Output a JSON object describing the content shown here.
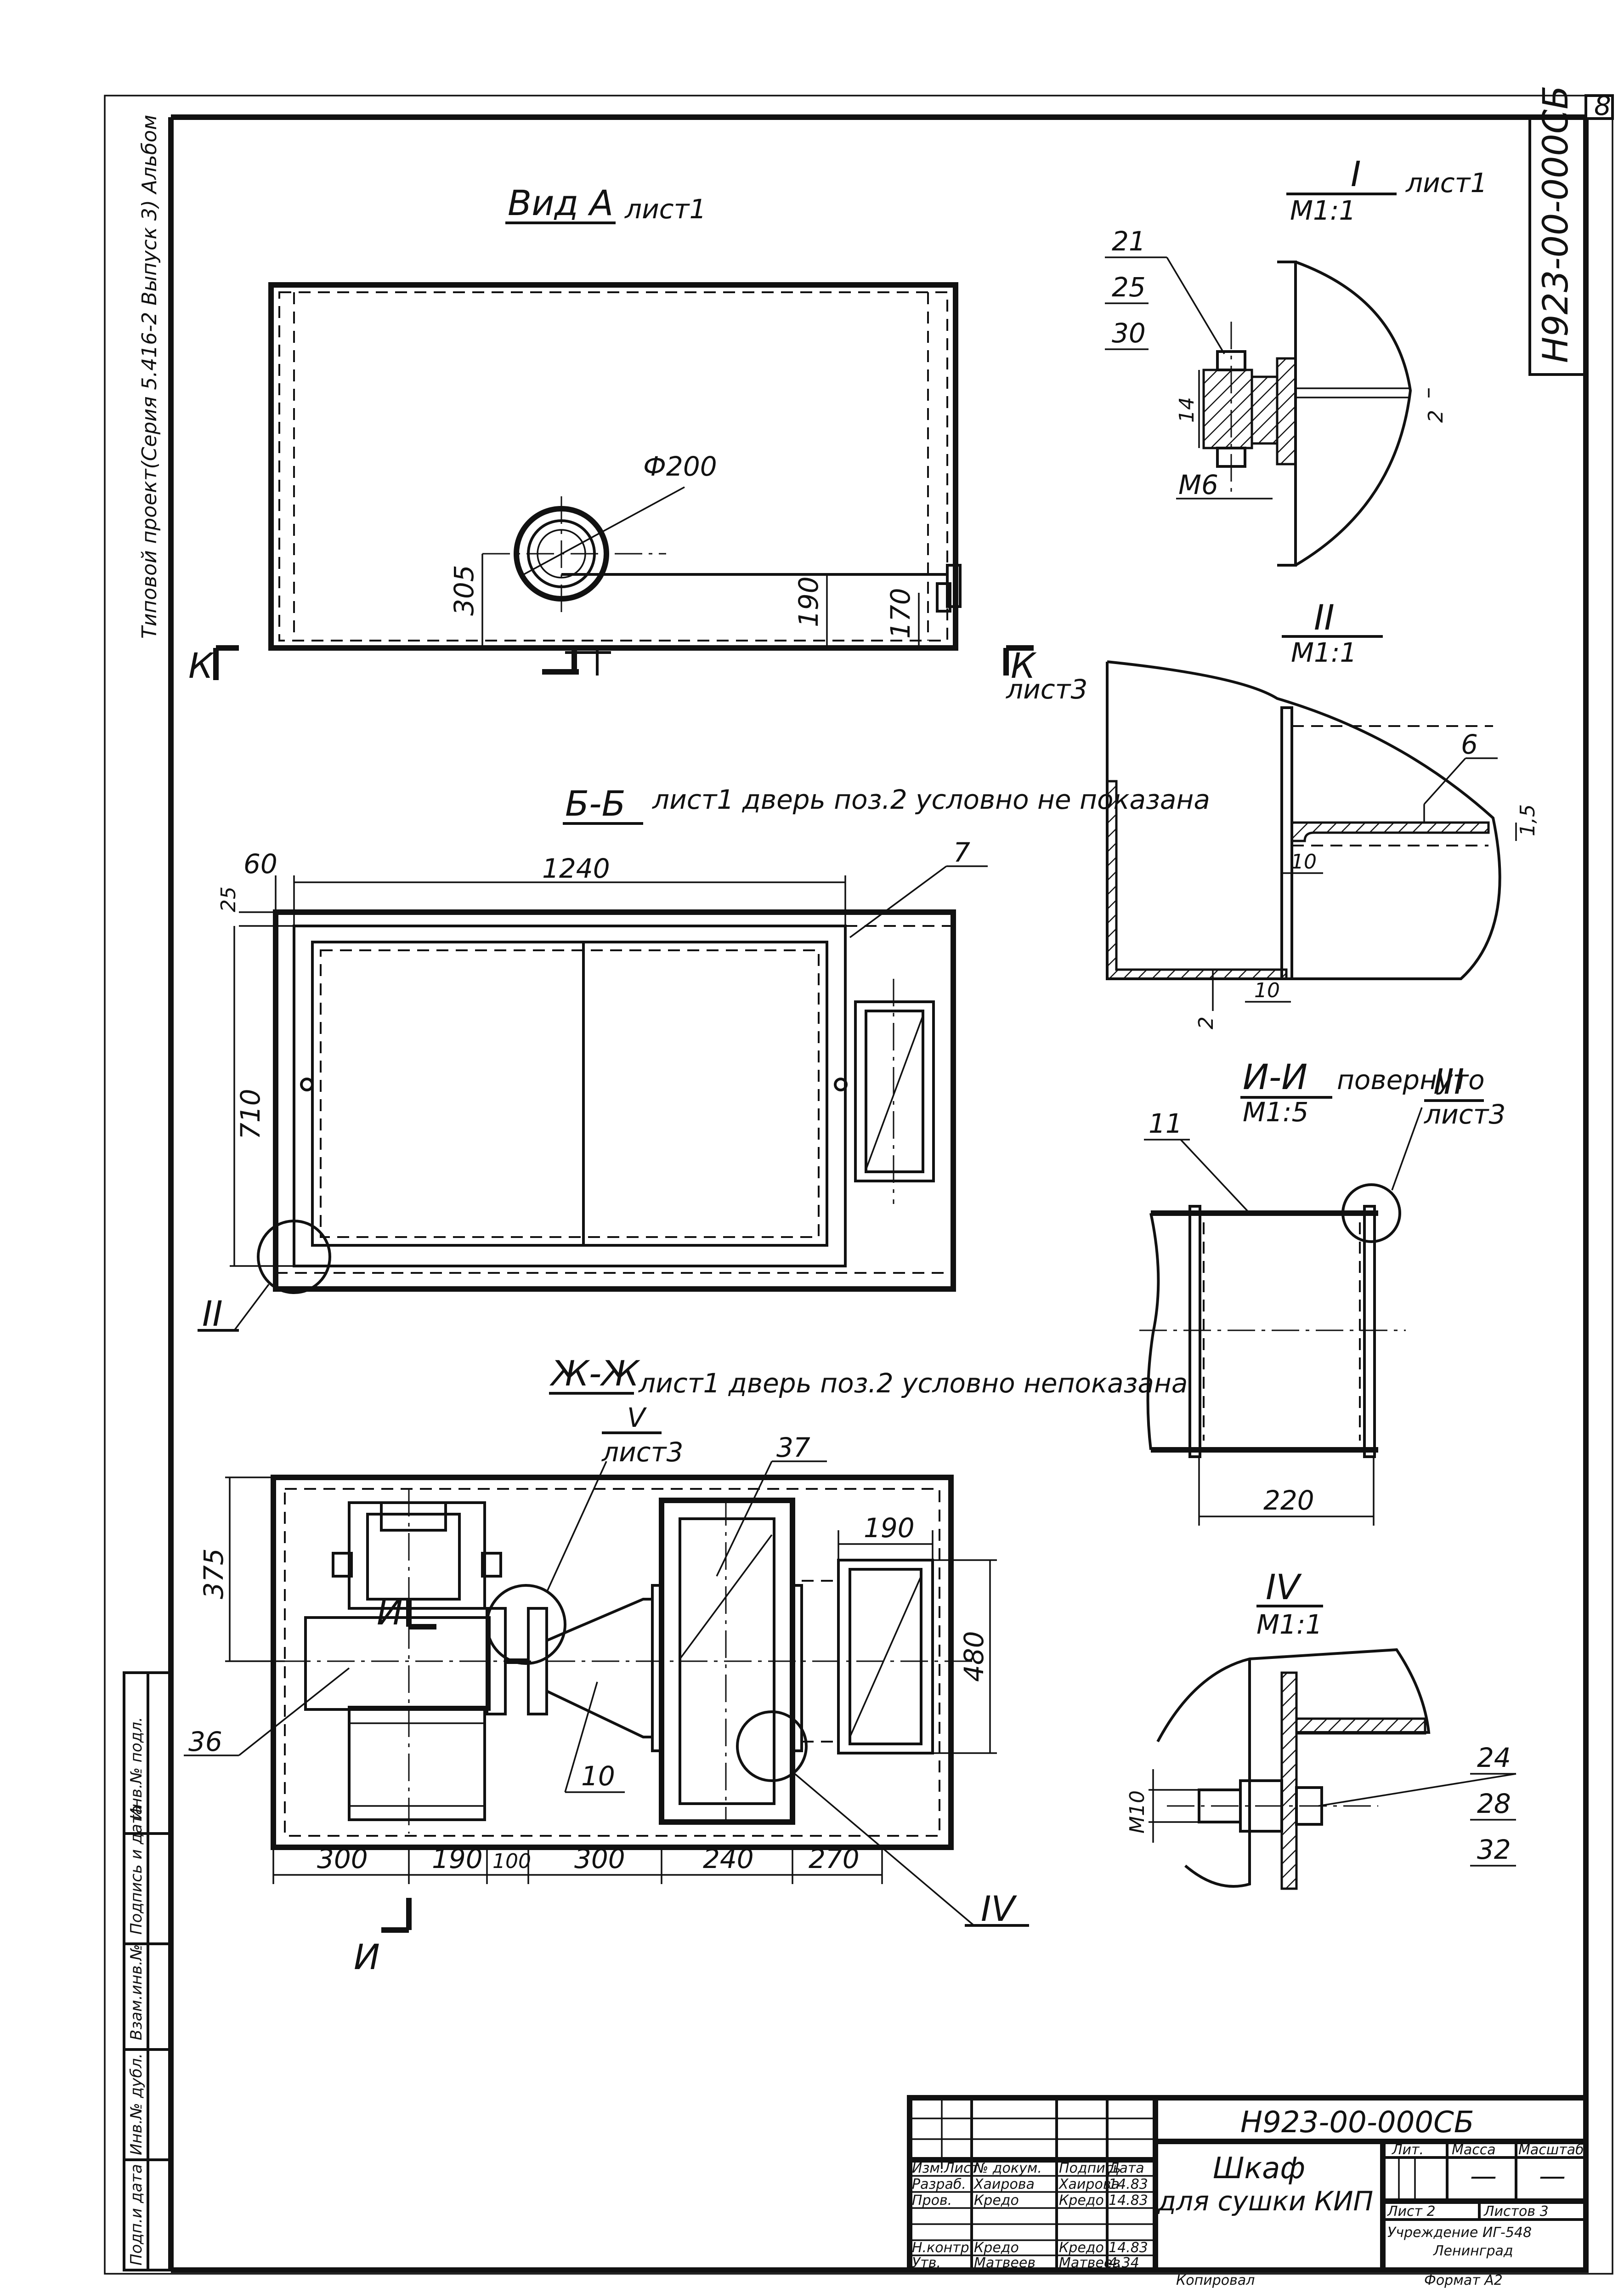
{
  "sheet": {
    "corner_number": "8",
    "stamp_code": "Н923-00-000СБ",
    "side_left": "Типовой проект(Серия 5.416-2 Выпуск 3)   Альбом",
    "left_strip": [
      "Подп.и дата",
      "Инв.№ дубл.",
      "Взам.инв.№",
      "Подпись и дата",
      "Инв.№ подл."
    ]
  },
  "views": {
    "view_a": {
      "title": "Вид А",
      "sheet_ref": "лист1",
      "dia": "Ф200",
      "dims": [
        "305",
        "190",
        "170"
      ],
      "section_marks": [
        "К",
        "К"
      ],
      "k_sheet": "лист3"
    },
    "bb": {
      "title": "Б-Б",
      "note": "лист1 дверь поз.2 условно не показана",
      "dims": [
        "60",
        "1240",
        "25",
        "710"
      ],
      "callout": "7",
      "detail_ref": "II"
    },
    "zz": {
      "title": "Ж-Ж",
      "note": "лист1 дверь поз.2 условно непоказана",
      "detail_v": "V",
      "detail_v_sheet": "лист3",
      "callouts": [
        "37",
        "36",
        "10"
      ],
      "dims_top": [
        "375",
        "190",
        "480"
      ],
      "dims_bottom": [
        "300",
        "190",
        "100",
        "300",
        "240",
        "270"
      ],
      "section_marks": [
        "И",
        "И"
      ],
      "detail_iv": "IV"
    },
    "detail_i": {
      "title": "I",
      "scale": "М1:1",
      "sheet_ref": "лист1",
      "callouts": [
        "21",
        "25",
        "30"
      ],
      "dims": [
        "14",
        "2",
        "М6"
      ]
    },
    "detail_ii": {
      "title": "II",
      "scale": "М1:1",
      "callout": "6",
      "dims": [
        "1,5",
        "10",
        "2",
        "10"
      ]
    },
    "section_ii": {
      "title": "И-И",
      "scale": "М1:5",
      "note": "повернуто",
      "detail_iii": "III",
      "detail_iii_sheet": "лист3",
      "callout": "11",
      "dim": "220"
    },
    "detail_iv": {
      "title": "IV",
      "scale": "М1:1",
      "thread": "М10",
      "callouts": [
        "24",
        "28",
        "32"
      ]
    }
  },
  "title_block": {
    "doc_code": "Н923-00-000СБ",
    "name_line1": "Шкаф",
    "name_line2": "для сушки КИП",
    "headers": [
      "Изм.",
      "Лист",
      "№ докум.",
      "Подпись",
      "Дата"
    ],
    "rows": [
      {
        "role": "Разраб.",
        "name": "Хаирова",
        "sign": "Хаирова",
        "date": "14.83"
      },
      {
        "role": "Пров.",
        "name": "Кредо",
        "sign": "Кредо",
        "date": "14.83"
      },
      {
        "role": "Н.контр.",
        "name": "Кредо",
        "sign": "Кредо",
        "date": "14.83"
      },
      {
        "role": "Утв.",
        "name": "Матвеев",
        "sign": "Матвеев",
        "date": "4.34"
      }
    ],
    "lit_label": "Лит.",
    "mass_label": "Масса",
    "scale_label": "Масштаб",
    "mass_value": "—",
    "scale_value": "—",
    "sheet": "Лист 2",
    "sheets": "Листов 3",
    "org_line1": "Учреждение ИГ-548",
    "org_line2": "Ленинград",
    "copied": "Копировал",
    "format": "Формат А2"
  }
}
